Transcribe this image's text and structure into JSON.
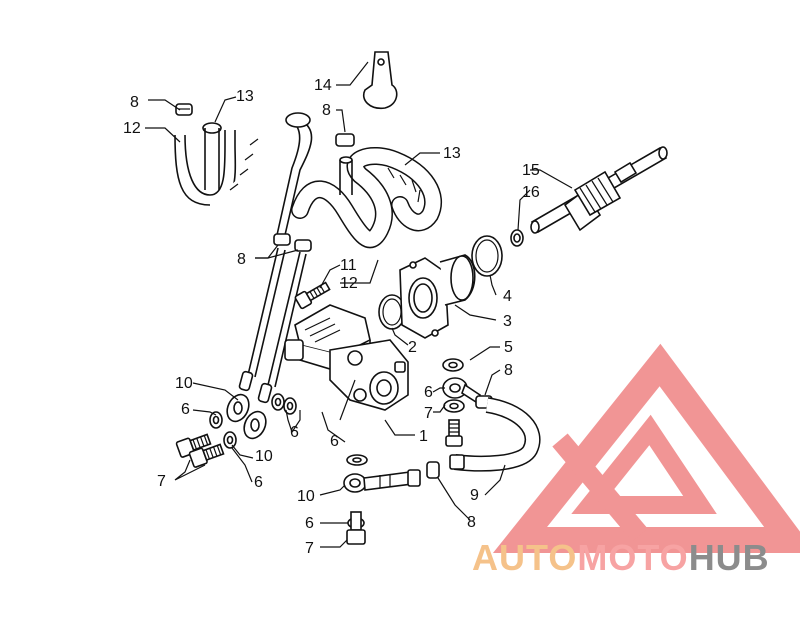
{
  "callouts": {
    "c1": "1",
    "c2": "2",
    "c3": "3",
    "c4": "4",
    "c5": "5",
    "c6a": "6",
    "c6b": "6",
    "c6c": "6",
    "c6d": "6",
    "c6e": "6",
    "c7a": "7",
    "c7b": "7",
    "c7c": "7",
    "c8a": "8",
    "c8b": "8",
    "c8c": "8",
    "c8d": "8",
    "c8e": "8",
    "c9": "9",
    "c10a": "10",
    "c10b": "10",
    "c10c": "10",
    "c11": "11",
    "c12a": "12",
    "c12b": "12",
    "c13a": "13",
    "c13b": "13",
    "c14": "14",
    "c15": "15",
    "c16": "16"
  },
  "watermark": {
    "part1": "AUTO",
    "part2": "MOTO",
    "part3": "HUB",
    "color_auto": "#f5c28a",
    "color_moto": "#f7a3a3",
    "color_hub": "#8c8c8c",
    "logo_color": "#f08a8a"
  }
}
